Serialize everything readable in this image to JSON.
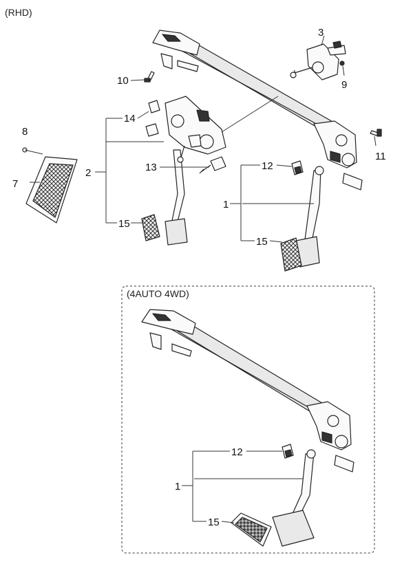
{
  "captions": {
    "top": "(RHD)",
    "box": "(4AUTO 4WD)"
  },
  "labels": {
    "p1": "1",
    "p2": "2",
    "p3": "3",
    "p7": "7",
    "p8": "8",
    "p9": "9",
    "p10": "10",
    "p11": "11",
    "p12": "12",
    "p13": "13",
    "p14": "14",
    "p15a": "15",
    "p15b": "15",
    "b1": "1",
    "b12": "12",
    "b15": "15"
  }
}
